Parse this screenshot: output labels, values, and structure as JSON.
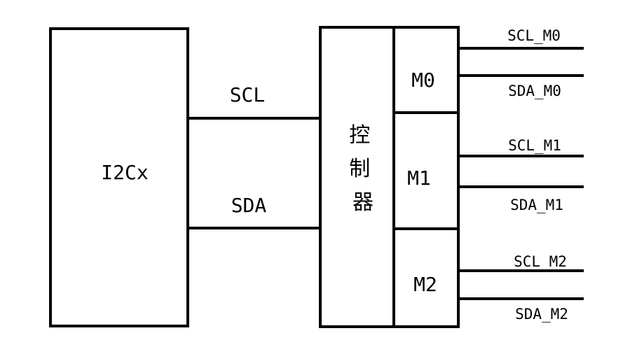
{
  "diagram": {
    "host_block": {
      "label": "I2Cx"
    },
    "bus_lines": [
      {
        "label": "SCL"
      },
      {
        "label": "SDA"
      }
    ],
    "controller": {
      "label": "控制器"
    },
    "modules": [
      {
        "label": "M0",
        "outputs": [
          {
            "label": "SCL_M0"
          },
          {
            "label": "SDA_M0"
          }
        ]
      },
      {
        "label": "M1",
        "outputs": [
          {
            "label": "SCL_M1"
          },
          {
            "label": "SDA_M1"
          }
        ]
      },
      {
        "label": "M2",
        "outputs": [
          {
            "label": "SCL_M2"
          },
          {
            "label": "SDA_M2"
          }
        ]
      }
    ]
  }
}
